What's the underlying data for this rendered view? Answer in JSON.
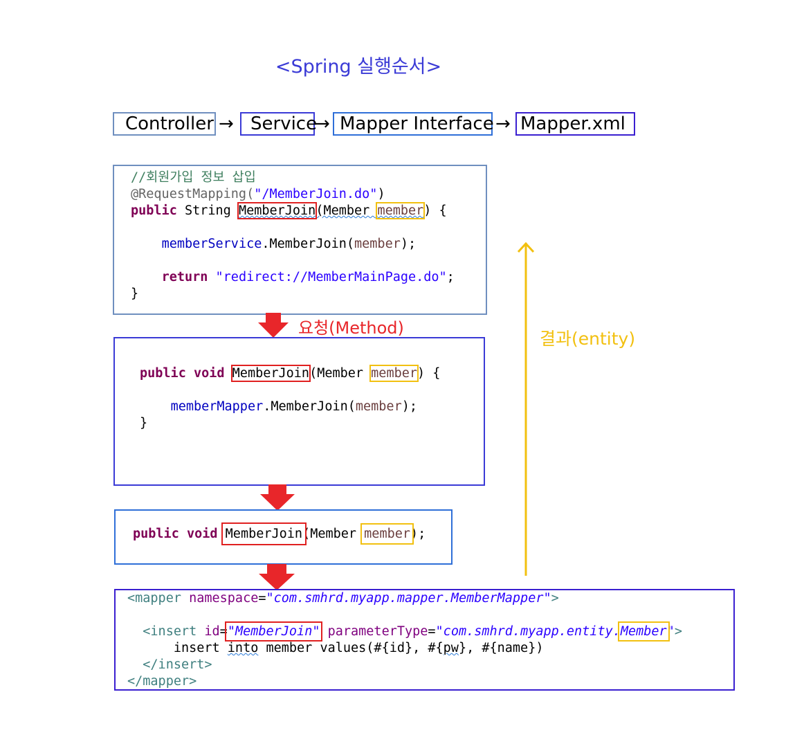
{
  "title": "<Spring 실행순서>",
  "flow": {
    "controller": "Controller",
    "service": "Service",
    "mapper_interface": "Mapper Interface",
    "mapper_xml": "Mapper.xml",
    "arrow": "→"
  },
  "controller_code": {
    "comment": "//회원가입 정보 삽입",
    "annotation": "@RequestMapping(",
    "mapping_path": "\"/MemberJoin.do\"",
    "annotation_close": ")",
    "kw_public": "public",
    "type_string": " String ",
    "method_name": "MemberJoin",
    "param_type": "(Member ",
    "param_name": "member",
    "sig_close": ") {",
    "call_field": "memberService",
    "call_method": ".MemberJoin(",
    "call_arg": "member",
    "call_close": ");",
    "kw_return": "return",
    "return_value": "\"redirect://MemberMainPage.do\"",
    "return_end": ";",
    "close_brace": "}"
  },
  "request_label": "요청(Method)",
  "result_label": "결과(entity)",
  "service_code": {
    "kw_public": "public",
    "kw_void": "void",
    "method_name": "MemberJoin",
    "param_type": "(Member ",
    "param_name": "member",
    "sig_close": ") {",
    "call_field": "memberMapper",
    "call_method": ".MemberJoin(",
    "call_arg": "member",
    "call_close": ");",
    "close_brace": "}"
  },
  "interface_code": {
    "kw_public": "public",
    "kw_void": "void",
    "method_name": "MemberJoin",
    "param_type": "(Member ",
    "param_name": "member",
    "sig_close": ");"
  },
  "xml_code": {
    "mapper_open": "<mapper",
    "ns_attr": "namespace",
    "eq": "=",
    "ns_value": "\"com.smhrd.myapp.mapper.MemberMapper\"",
    "gt": ">",
    "insert_open": "<insert",
    "id_attr": "id",
    "id_value": "\"MemberJoin\"",
    "ptype_attr": "parameterType",
    "ptype_value_prefix": "\"com.smhrd.myapp.entity.",
    "ptype_value_class": "Member",
    "ptype_value_end": "\"",
    "sql_a": "insert ",
    "sql_b": "into",
    "sql_c": " member values(#{id}, #{",
    "sql_d": "pw",
    "sql_e": "}, #{name})",
    "insert_close": "</insert>",
    "mapper_close": "</mapper>"
  },
  "colors": {
    "title_blue": "#3a3ad6",
    "controller_border": "#6f8fbf",
    "service_border": "#3a3ad6",
    "interface_border": "#2f6fd8",
    "xml_border": "#3a1fd0",
    "request_red": "#e8262a",
    "result_yellow": "#f2c010"
  }
}
